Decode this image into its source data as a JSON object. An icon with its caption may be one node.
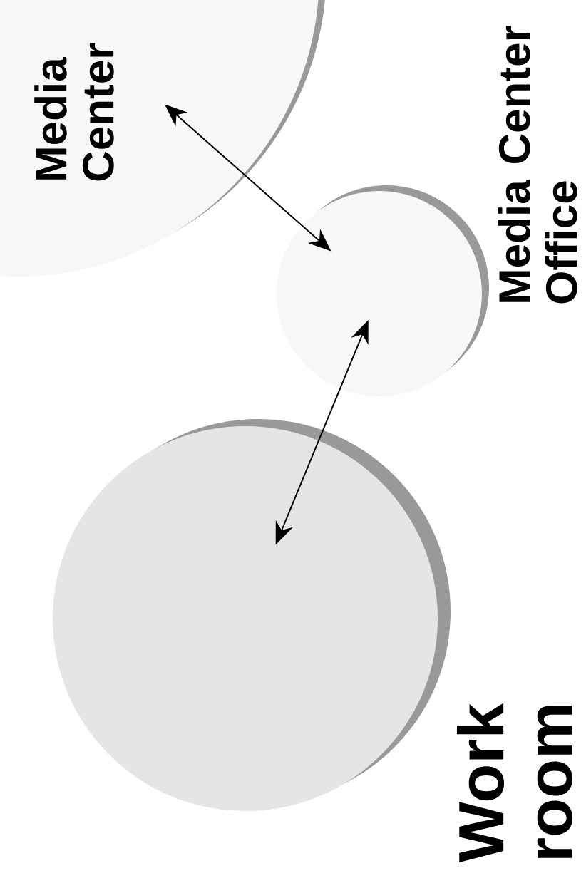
{
  "diagram": {
    "nodes": [
      {
        "text": [
          "Media Center"
        ]
      },
      {
        "text": [
          "Media Center Office"
        ]
      },
      {
        "text": [
          "Work room"
        ]
      }
    ],
    "edges": [
      {
        "from": 0,
        "to": 1,
        "arrow": "both"
      },
      {
        "from": 1,
        "to": 2,
        "arrow": "both"
      }
    ]
  }
}
